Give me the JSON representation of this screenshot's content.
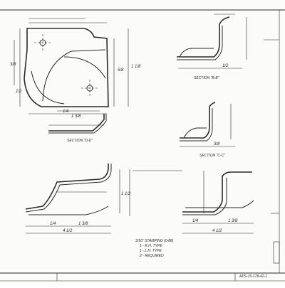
{
  "drawing": {
    "labels": {
      "section_bb": "SECTION \"B-B\"",
      "section_cc": "SECTION \"C-C\"",
      "section_dd": "SECTION \"D-D\"",
      "note_line1": "3/16\" STAMPING (0-88)",
      "note_line2": "1 - R.H. TYPE",
      "note_line3": "1 - L.H. TYPE",
      "note_line4": "2 - REQUIRED",
      "title_block_code": "APS-10-178-42-1",
      "title_block_left1": "",
      "title_block_left2": "",
      "dim_a": "1/4",
      "dim_b": "1 3/8",
      "dim_c": "4 1/2",
      "dim_d": "3/8",
      "dim_e": "1/2",
      "dim_f": "1 1/2",
      "dim_g": "5/8",
      "dim_h": "1 1/8"
    },
    "colors": {
      "ink": "#2a2a2a",
      "paper": "#fbfbfa"
    }
  }
}
